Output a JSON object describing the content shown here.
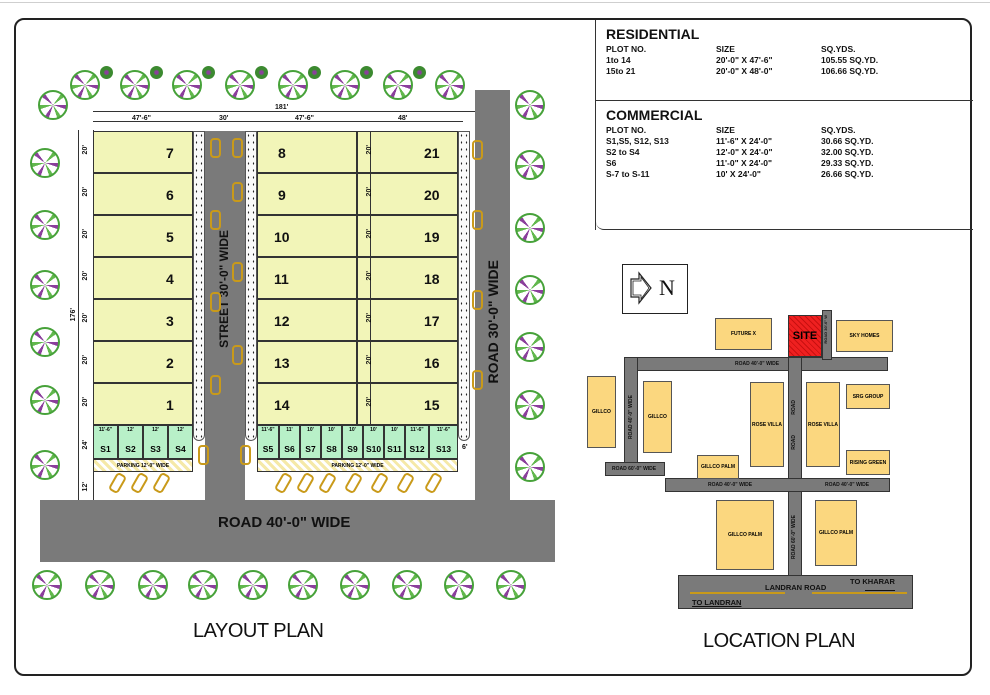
{
  "residential": {
    "title": "RESIDENTIAL",
    "headers": [
      "PLOT NO.",
      "SIZE",
      "SQ.YDS."
    ],
    "rows": [
      [
        "1to 14",
        "20'-0\" X 47'-6\"",
        "105.55 SQ.YD."
      ],
      [
        "15to 21",
        "20'-0\" X 48'-0\"",
        "106.66 SQ.YD."
      ]
    ]
  },
  "commercial": {
    "title": "COMMERCIAL",
    "headers": [
      "PLOT NO.",
      "SIZE",
      "SQ.YDS."
    ],
    "rows": [
      [
        "S1,S5, S12, S13",
        "11'-6\" X 24'-0\"",
        "30.66 SQ.YD."
      ],
      [
        "S2 to S4",
        "12'-0\" X 24'-0\"",
        "32.00 SQ.YD."
      ],
      [
        "S6",
        "11'-0\" X 24'-0\"",
        "29.33 SQ.YD."
      ],
      [
        "S-7 to S-11",
        "10' X 24'-0\"",
        "26.66 SQ.YD."
      ]
    ]
  },
  "layout_plan": {
    "title": "LAYOUT PLAN",
    "overall_width": "181'",
    "overall_depth": "176'",
    "column_widths": [
      "47'-6\"",
      "30'",
      "47'-6\"",
      "48'"
    ],
    "plot_depth_label": "20'",
    "shop_depth_label": "24'",
    "setback_label": "12'",
    "side_setback_label": "6'",
    "left_plots": [
      "7",
      "6",
      "5",
      "4",
      "3",
      "2",
      "1"
    ],
    "mid_plots": [
      "8",
      "9",
      "10",
      "11",
      "12",
      "13",
      "14"
    ],
    "right_plots": [
      "21",
      "20",
      "19",
      "18",
      "17",
      "16",
      "15"
    ],
    "left_shops": [
      {
        "id": "S1",
        "dim": "11'-6\""
      },
      {
        "id": "S2",
        "dim": "12'"
      },
      {
        "id": "S3",
        "dim": "12'"
      },
      {
        "id": "S4",
        "dim": "12'"
      }
    ],
    "right_shops": [
      {
        "id": "S5",
        "dim": "11'-6\""
      },
      {
        "id": "S6",
        "dim": "11'"
      },
      {
        "id": "S7",
        "dim": "10'"
      },
      {
        "id": "S8",
        "dim": "10'"
      },
      {
        "id": "S9",
        "dim": "10'"
      },
      {
        "id": "S10",
        "dim": "10'"
      },
      {
        "id": "S11",
        "dim": "10'"
      },
      {
        "id": "S12",
        "dim": "11'-6\""
      },
      {
        "id": "S13",
        "dim": "11'-6\""
      }
    ],
    "parking_label": "PARKING 12'-0\" WIDE",
    "street_label": "STREET 30'-0\" WIDE",
    "road_right_label": "ROAD 30'-0\" WIDE",
    "road_bottom_label": "ROAD 40'-0\" WIDE"
  },
  "location_plan": {
    "title": "LOCATION PLAN",
    "north_label": "N",
    "site_label": "SITE",
    "buildings": {
      "futurex": "FUTURE X",
      "sky_homes": "SKY HOMES",
      "gillco_left": "GILLCO",
      "gillco_mid": "GILLCO",
      "rose_villa_1": "ROSE VILLA",
      "rose_villa_2": "ROSE VILLA",
      "srg_group": "SRG GROUP",
      "rising_green": "RISING GREEN",
      "gillco_palm_small": "GILLCO PALM",
      "gillco_palm_1": "GILLCO PALM",
      "gillco_palm_2": "GILLCO PALM"
    },
    "roads": {
      "site_side": "ROAD 30'-0\" W",
      "top": "ROAD 40'-0\" WIDE",
      "left_vertical": "ROAD 40'-0\" WIDE",
      "mid_vertical": "ROAD",
      "left_horizontal": "ROAD 60'-0\" WIDE",
      "mid_horizontal": "ROAD 40'-0\" WIDE",
      "right_horizontal": "ROAD 40'-0\" WIDE",
      "lower_vertical": "ROAD 60'-0\" WIDE",
      "landran": "LANDRAN ROAD",
      "to_kharar": "TO KHARAR",
      "to_landran": "TO LANDRAN"
    }
  }
}
